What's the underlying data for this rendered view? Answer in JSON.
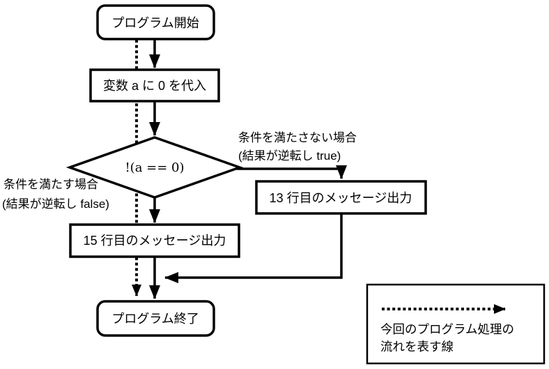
{
  "diagram": {
    "type": "flowchart",
    "nodes": {
      "start": {
        "shape": "rounded-terminator",
        "label": "プログラム開始"
      },
      "assign": {
        "shape": "process-rect",
        "label": "変数 a に 0 を代入"
      },
      "decision": {
        "shape": "diamond",
        "label": "!(a == 0)"
      },
      "msg13": {
        "shape": "process-rect",
        "label": "13 行目のメッセージ出力"
      },
      "msg15": {
        "shape": "process-rect",
        "label": "15 行目のメッセージ出力"
      },
      "end": {
        "shape": "rounded-terminator",
        "label": "プログラム終了"
      }
    },
    "branch_labels": {
      "true_branch": {
        "line1": "条件を満たさない場合",
        "line2": "(結果が逆転し true)"
      },
      "false_branch": {
        "line1": "条件を満たす場合",
        "line2": "(結果が逆転し false)"
      }
    },
    "edges": [
      {
        "from": "start",
        "to": "assign",
        "style": "solid-arrow"
      },
      {
        "from": "assign",
        "to": "decision",
        "style": "solid-arrow"
      },
      {
        "from": "decision",
        "to": "msg13",
        "style": "solid-arrow",
        "label": "true_branch"
      },
      {
        "from": "decision",
        "to": "msg15",
        "style": "solid-arrow",
        "label": "false_branch"
      },
      {
        "from": "msg13",
        "to": "end",
        "style": "solid-arrow"
      },
      {
        "from": "msg15",
        "to": "end",
        "style": "solid-arrow"
      },
      {
        "from": "start",
        "to": "end",
        "style": "dotted-arrow"
      }
    ],
    "legend": {
      "symbol": "dotted-arrow",
      "line1": "今回のプログラム処理の",
      "line2": "流れを表す線"
    },
    "colors": {
      "line": "#000000",
      "decision_fill": "#c0c0c0",
      "node_fill": "#ffffff",
      "background": "#ffffff"
    }
  }
}
